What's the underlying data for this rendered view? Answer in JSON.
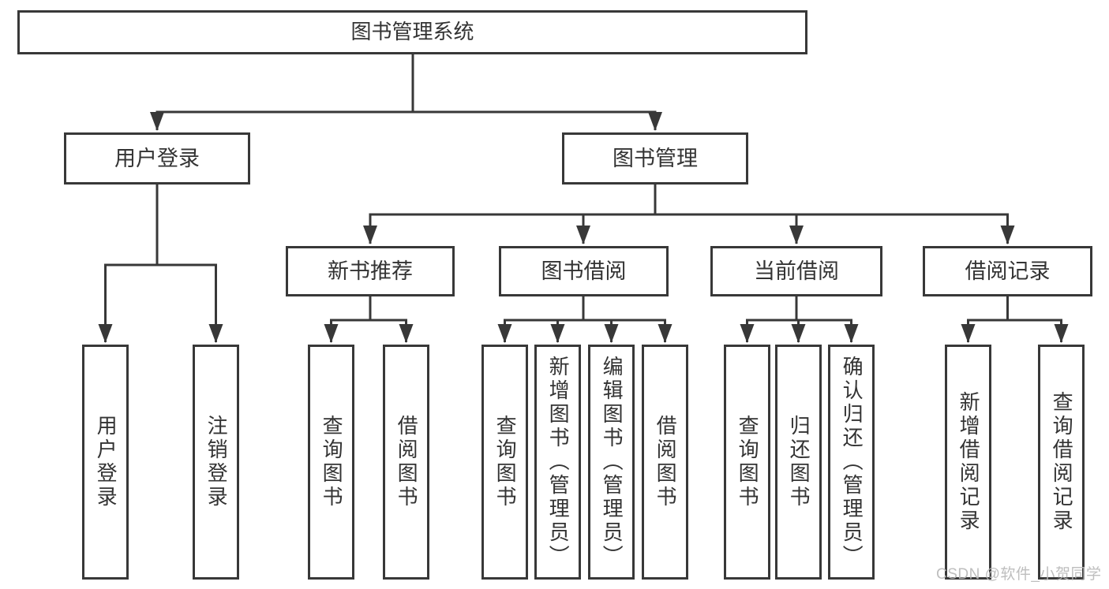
{
  "diagram": {
    "root": {
      "label": "图书管理系统"
    },
    "user_login": {
      "label": "用户登录",
      "children": {
        "login": {
          "label": "用户登录"
        },
        "logout": {
          "label": "注销登录"
        }
      }
    },
    "book_mgmt": {
      "label": "图书管理",
      "sections": {
        "new_book": {
          "label": "新书推荐",
          "children": {
            "query": {
              "label": "查询图书"
            },
            "borrow": {
              "label": "借阅图书"
            }
          }
        },
        "book_borrow": {
          "label": "图书借阅",
          "children": {
            "query": {
              "label": "查询图书"
            },
            "add": {
              "label": "新增图书（管理员）"
            },
            "edit": {
              "label": "编辑图书（管理员）"
            },
            "borrow": {
              "label": "借阅图书"
            }
          }
        },
        "current_borrow": {
          "label": "当前借阅",
          "children": {
            "query": {
              "label": "查询图书"
            },
            "return": {
              "label": "归还图书"
            },
            "confirm": {
              "label": "确认归还（管理员）"
            }
          }
        },
        "borrow_record": {
          "label": "借阅记录",
          "children": {
            "add": {
              "label": "新增借阅记录"
            },
            "query": {
              "label": "查询借阅记录"
            }
          }
        }
      }
    }
  },
  "watermark": "CSDN @软件_小贺同学",
  "colors": {
    "line": "#383838",
    "text": "#333333",
    "watermark": "#b9b9b9",
    "background": "#ffffff"
  }
}
